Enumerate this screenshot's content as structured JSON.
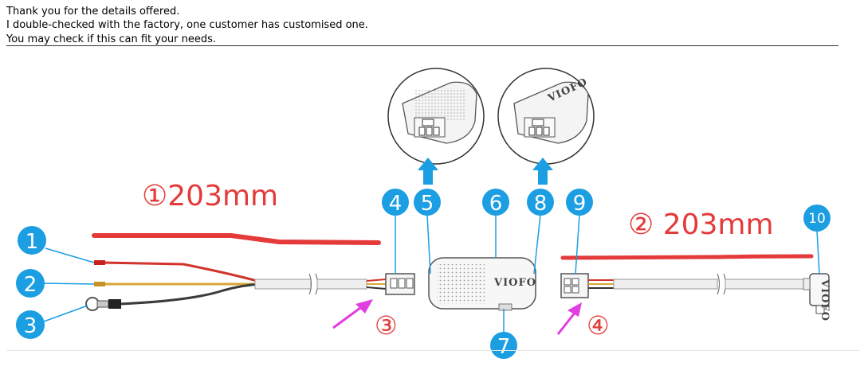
{
  "message": {
    "line1": "Thank you for the details offered.",
    "line2": "I double-checked with the factory, one customer has customised one.",
    "line3": "You may check if this can fit your needs."
  },
  "diagram": {
    "length_left": "①203mm",
    "length_right": "② 203mm",
    "arrow_label_left": "③",
    "arrow_label_right": "④",
    "brand": "VIOFO",
    "brand_zoom_right": "VIOFO",
    "badges": [
      "1",
      "2",
      "3",
      "4",
      "5",
      "6",
      "7",
      "8",
      "9",
      "10"
    ],
    "colors": {
      "badge_blue": "#1c9ee2",
      "annotation_red": "#e43a3a",
      "arrow_magenta": "#e23de0",
      "arrow_blue": "#1c9ee2"
    }
  }
}
